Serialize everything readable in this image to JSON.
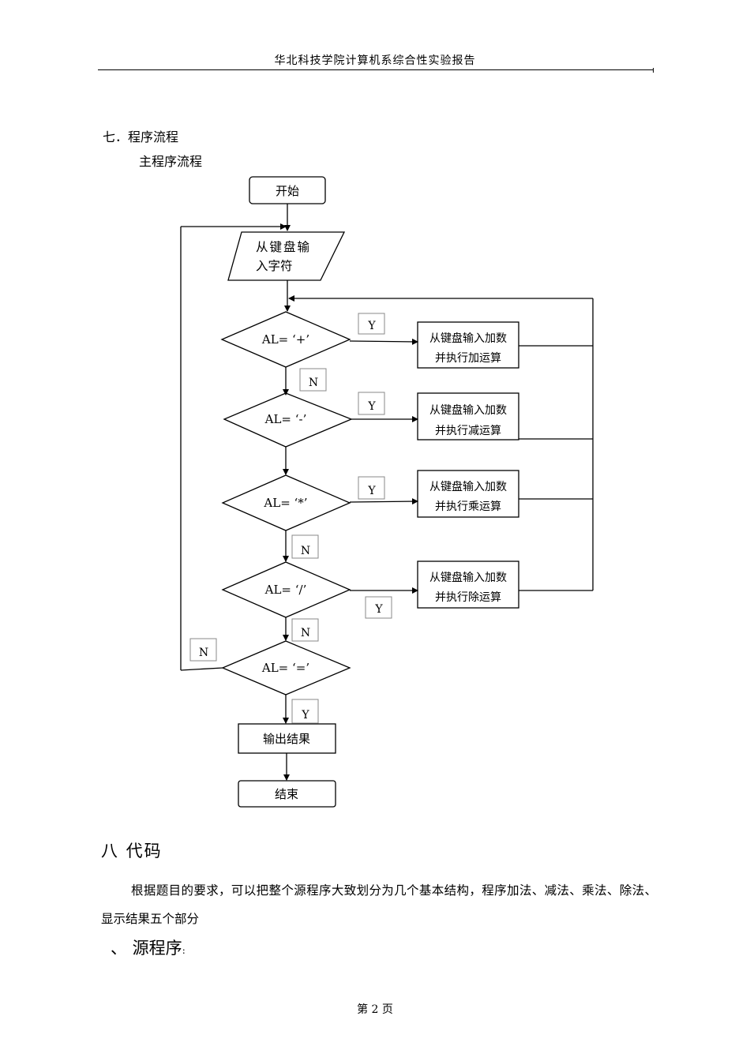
{
  "header": {
    "title": "华北科技学院计算机系综合性实验报告"
  },
  "section7": {
    "heading": "七．程序流程",
    "subheading": "主程序流程"
  },
  "flowchart": {
    "start": "开始",
    "input_line1": "从键盘输",
    "input_line2": "入字符",
    "decisions": [
      "AL= ‘+’",
      "AL= ‘-’",
      "AL= ‘*’",
      "AL= ‘/’",
      "AL= ‘=’"
    ],
    "processes": [
      {
        "line1": "从键盘输入加数",
        "line2": "并执行加运算"
      },
      {
        "line1": "从键盘输入加数",
        "line2": "并执行减运算"
      },
      {
        "line1": "从键盘输入加数",
        "line2": "并执行乘运算"
      },
      {
        "line1": "从键盘输入加数",
        "line2": "并执行除运算"
      }
    ],
    "yes": "Y",
    "no": "N",
    "output": "输出结果",
    "end": "结束"
  },
  "section8": {
    "heading": "八  代码",
    "paragraph": "根据题目的要求，可以把整个源程序大致划分为几个基本结构，程序加法、减法、乘法、除法、显示结果五个部分",
    "subheading": "、  源程序",
    "subheading_mark": ":"
  },
  "footer": {
    "page": "第 2 页"
  }
}
